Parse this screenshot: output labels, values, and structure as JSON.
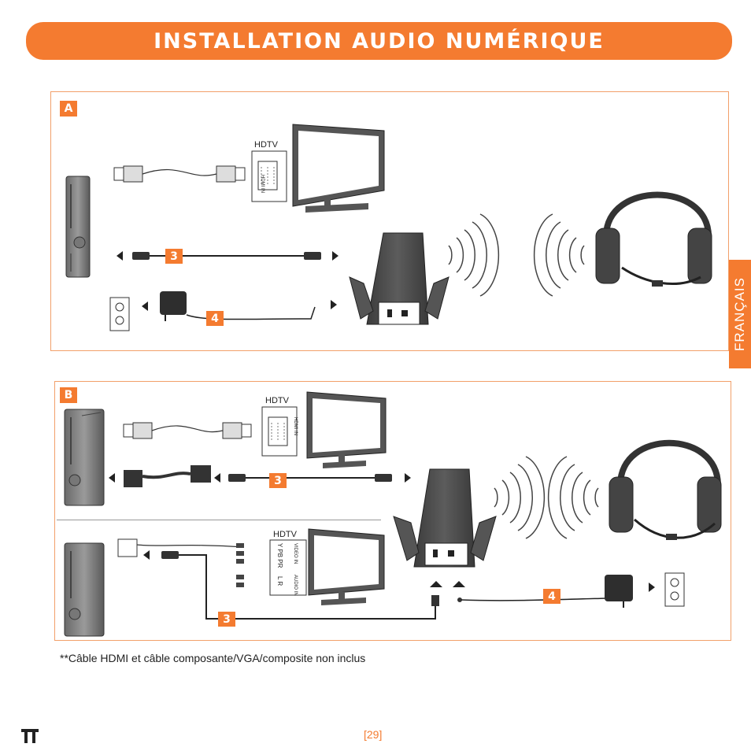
{
  "title": "INSTALLATION AUDIO NUMÉRIQUE",
  "language_tab": "FRANÇAIS",
  "panels": {
    "a": {
      "letter": "A"
    },
    "b": {
      "letter": "B"
    }
  },
  "hdtv_label": "HDTV",
  "hdmi_in_label": "HDMI IN",
  "component_ports": {
    "video_label": "VIDEO IN",
    "audio_label": "AUDIO IN",
    "video_channels": "Y  PB  PR",
    "audio_channels": "L   R"
  },
  "steps": {
    "optical": "3",
    "power": "4"
  },
  "footnote": "**Câble HDMI et câble composante/VGA/composite non inclus",
  "page_number": "[29]",
  "colors": {
    "accent": "#f47b30",
    "panel_border": "#f2a06a",
    "device_dark": "#4a4a4a"
  },
  "icons": [
    "console-icon",
    "tv-icon",
    "hdmi-cable-icon",
    "optical-cable-icon",
    "power-adapter-icon",
    "wall-outlet-icon",
    "transmitter-base-icon",
    "wireless-signal-icon",
    "headset-icon",
    "brand-logo-icon"
  ]
}
